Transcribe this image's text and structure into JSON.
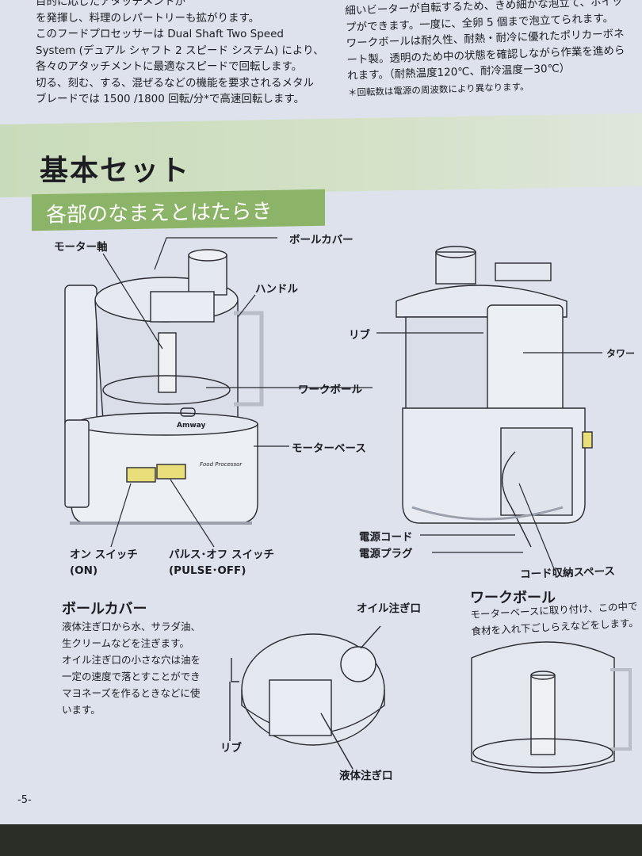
{
  "intro_left": [
    "目的に応じたアタッチメントが",
    "を発揮し、料理のレパートリーも拡がります。",
    "このフードプロセッサーは Dual Shaft Two Speed",
    "System (デュアル シャフト 2 スピード システム) により、",
    "各々のアタッチメントに最適なスピードで回転します。",
    "切る、刻む、する、混ぜるなどの機能を要求されるメタル",
    "ブレードでは 1500 /1800 回転/分*で高速回転します。"
  ],
  "intro_right": [
    "細いビーターが自転するため、きめ細かな泡立て、ホイッ",
    "プができます。一度に、全卵 5 個まで泡立てられます。",
    "ワークボールは耐久性、耐熱・耐冷に優れたポリカーボネ",
    "ート製。透明のため中の状態を確認しながら作業を進めら",
    "れます。（耐熱温度120℃、耐冷温度ー30℃）"
  ],
  "footnote": "＊回転数は電源の周波数により異なります。",
  "section_title": "基本セット",
  "subsection_title": "各部のなまえとはたらき",
  "parts": {
    "motor_shaft": "モーター軸",
    "bowl_cover": "ボールカバー",
    "handle": "ハンドル",
    "rib": "リブ",
    "tower": "タワー",
    "work_bowl": "ワークボール",
    "motor_base": "モーターベース",
    "power_cord": "電源コード",
    "power_plug": "電源プラグ",
    "cord_storage": "コード収納スペース",
    "on_switch": "オン スイッチ",
    "on_switch_en": "(ON)",
    "pulse_switch": "パルス･オフ スイッチ",
    "pulse_switch_en": "(PULSE･OFF)"
  },
  "brand": {
    "logo": "Amway",
    "product": "Food Processor"
  },
  "bowl_cover_section": {
    "heading": "ボールカバー",
    "lines": [
      "液体注ぎ口から水、サラダ油、",
      "生クリームなどを注ぎます。",
      "オイル注ぎ口の小さな穴は油を",
      "一定の速度で落とすことができ",
      "マヨネーズを作るときなどに使",
      "います。"
    ],
    "oil_spout": "オイル注ぎ口",
    "rib": "リブ",
    "liquid_spout": "液体注ぎ口"
  },
  "work_bowl_section": {
    "heading": "ワークボール",
    "lines": [
      "モーターベースに取り付け、この中で",
      "食材を入れ下ごしらえなどをします。"
    ]
  },
  "page_number": "-5-",
  "colors": {
    "page": "#dde2ec",
    "band": "#c9dcba",
    "badge": "#8cb468",
    "switch": "#e8de7a"
  }
}
